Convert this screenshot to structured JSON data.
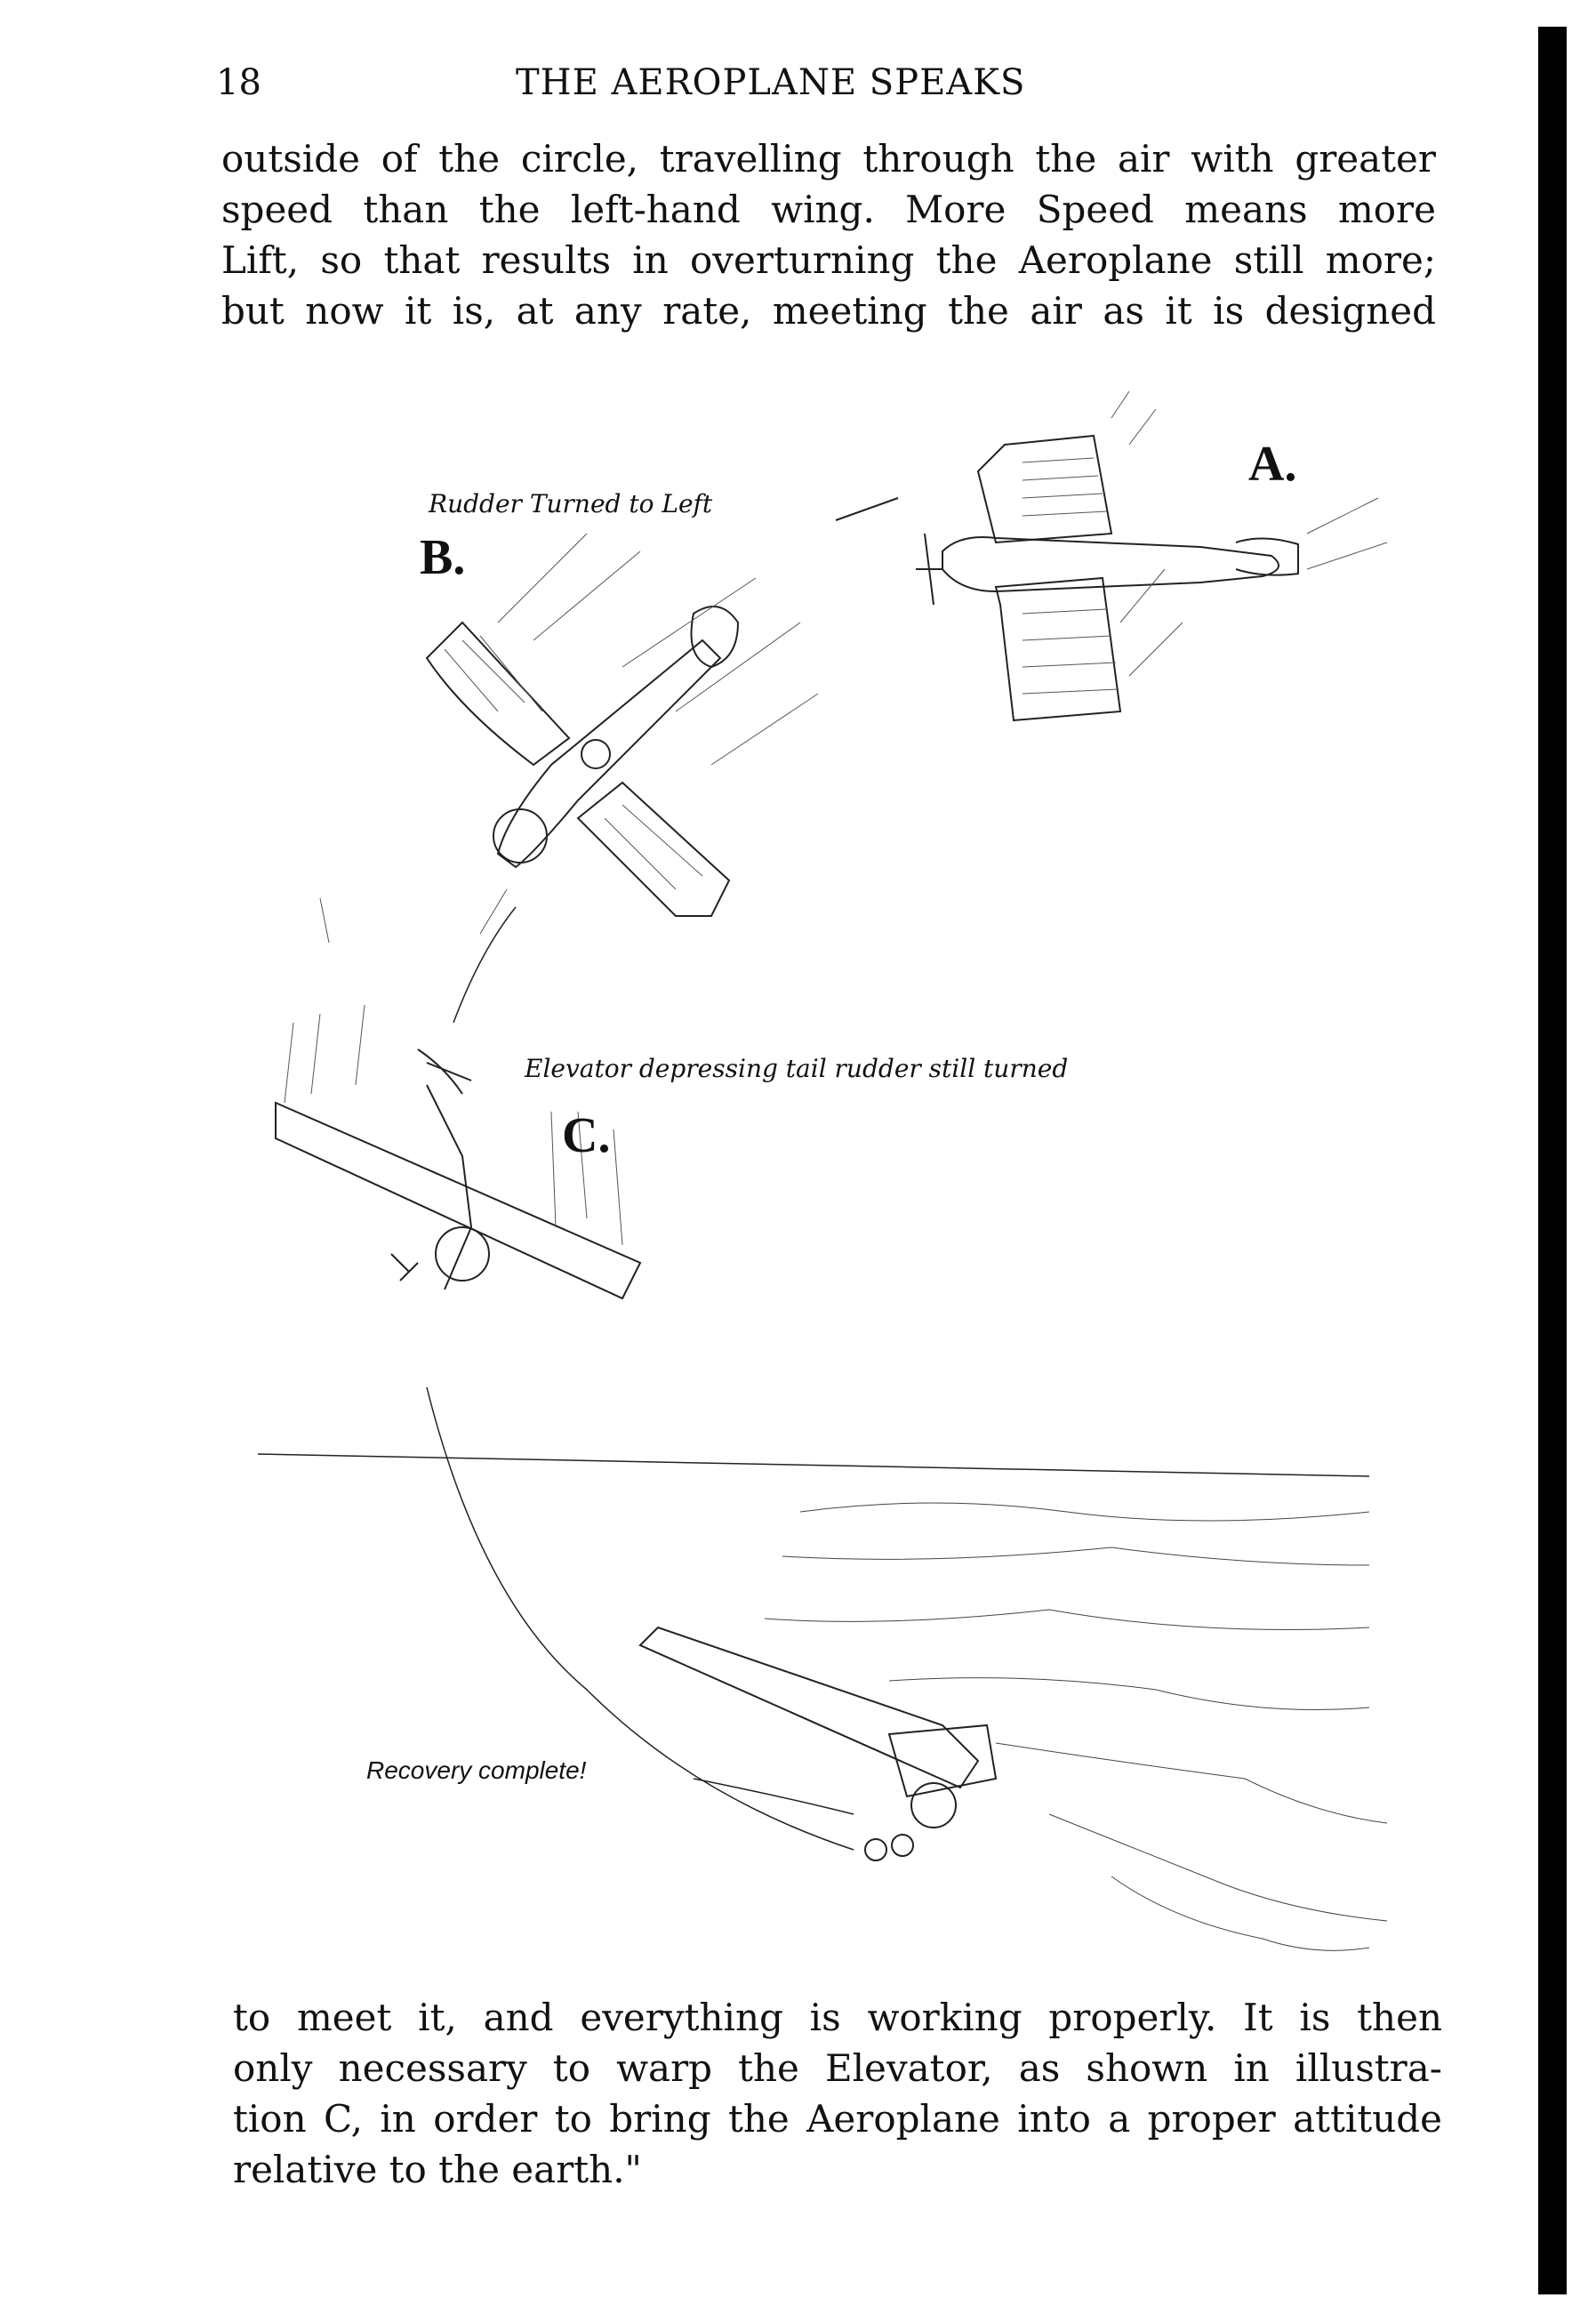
{
  "header": {
    "page_number": "18",
    "running_title": "THE AEROPLANE SPEAKS"
  },
  "body_top": {
    "lines": [
      "outside of the circle, travelling through the air with greater",
      "speed than the left-hand wing.  More Speed means more",
      "Lift, so that results in overturning the Aeroplane still more;",
      "but now it is, at any rate, meeting the air as it is designed"
    ]
  },
  "illustration": {
    "label_a": "A.",
    "label_b": "B.",
    "caption_b": "Rudder Turned to Left",
    "label_c": "C.",
    "caption_c": "Elevator depressing tail rudder still turned",
    "caption_recovery": "Recovery complete!"
  },
  "body_bottom": {
    "lines": [
      "to meet it, and everything is working properly.  It is then",
      "only necessary to warp the Elevator, as shown in illustra-",
      "tion C, in order to bring the Aeroplane into a proper attitude",
      "relative to the earth.\""
    ]
  }
}
